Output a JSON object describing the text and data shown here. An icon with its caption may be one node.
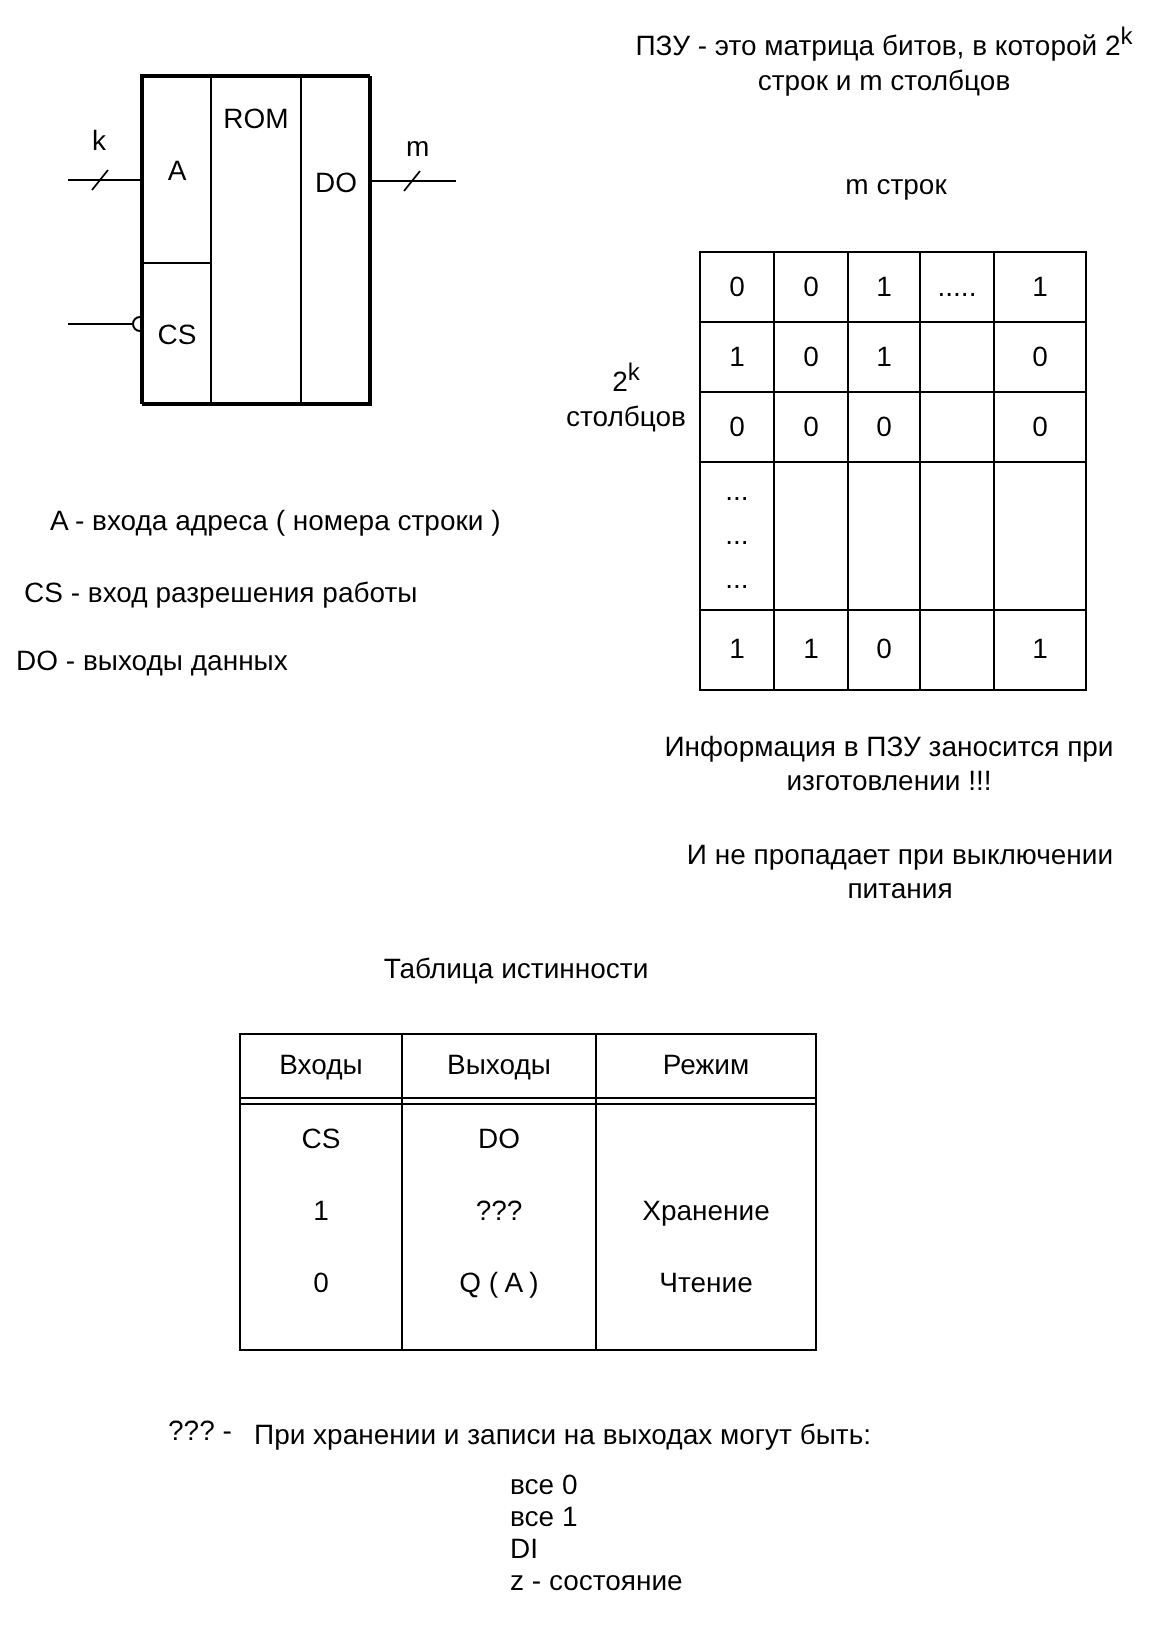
{
  "diagram": {
    "nodes": [
      {
        "text": [],
        "shape": "box"
      },
      {
        "text": [
          "A"
        ],
        "in": 0
      },
      {
        "text": [
          "CS"
        ],
        "in": 0
      },
      {
        "text": [
          "ROM"
        ],
        "in": 0
      },
      {
        "text": [
          "DO"
        ],
        "in": 0
      }
    ],
    "edges": [
      {
        "from": null,
        "to": 1,
        "arrow": "none",
        "label": "k"
      },
      {
        "from": null,
        "to": 2,
        "arrow": "other"
      },
      {
        "from": 4,
        "to": null,
        "arrow": "none",
        "label": "m"
      }
    ],
    "labels": [
      "ПЗУ  - это матрица битов, в которой 2$^{k}$ строк и  m  столбцов",
      "m строк",
      "0",
      "0",
      "1",
      ".....",
      "1",
      "1",
      "0",
      "1",
      "0",
      "0",
      "0",
      "0",
      "0",
      "...",
      "...",
      "...",
      "1",
      "1",
      "0",
      "1",
      "2$^{k}$ столбцов",
      "A - входа адреса ( номера строки )",
      "CS - вход разрешения работы",
      "DO - выходы данных",
      "Информация в ПЗУ заносится при изготовлении !!!",
      "И не пропадает при выключении питания",
      "Таблица истинности",
      "Входы",
      "Выходы",
      "Режим",
      "CS",
      "DO",
      "1",
      "???",
      "Хранение",
      "0",
      "Q ( A )",
      "Чтение",
      "??? -",
      "При хранении и записи на выходах могут быть:",
      "все 0",
      "все 1",
      "DI",
      "z - состояние"
    ]
  }
}
